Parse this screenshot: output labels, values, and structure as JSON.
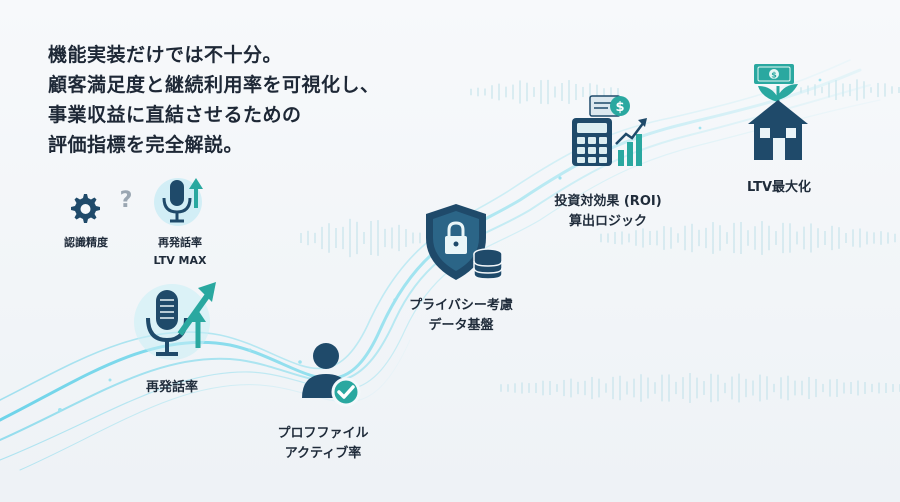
{
  "headline": {
    "lines": [
      "機能実装だけでは不十分。",
      "顧客満足度と継続利用率を可視化し、",
      "事業収益に直結させるための",
      "評価指標を完全解説。"
    ]
  },
  "nodes": {
    "recognition_accuracy": {
      "label": "認識精度",
      "icon": "gear-icon"
    },
    "question_mark": {
      "text": "?"
    },
    "recall_ltv_max": {
      "lines": [
        "再発話率",
        "LTV MAX"
      ],
      "icon": "microphone-up-arrow-icon"
    },
    "recall_rate": {
      "label": "再発話率",
      "icon": "microphone-trend-arrow-icon"
    },
    "profile_active": {
      "lines": [
        "プロフファイル",
        "アクティブ率"
      ],
      "icon": "user-check-icon"
    },
    "privacy_data": {
      "lines": [
        "プライバシー考慮",
        "データ基盤"
      ],
      "icon": "shield-lock-database-icon"
    },
    "roi_logic": {
      "lines": [
        "投資対効果 (ROI)",
        "算出ロジック"
      ],
      "icon": "calculator-chart-icon"
    },
    "ltv_max": {
      "label": "LTV最大化",
      "icon": "house-money-icon"
    }
  },
  "colors": {
    "navy": "#1f4a6a",
    "teal": "#2aa8a0",
    "glow": "#7fd3e6",
    "text": "#1e2836"
  }
}
